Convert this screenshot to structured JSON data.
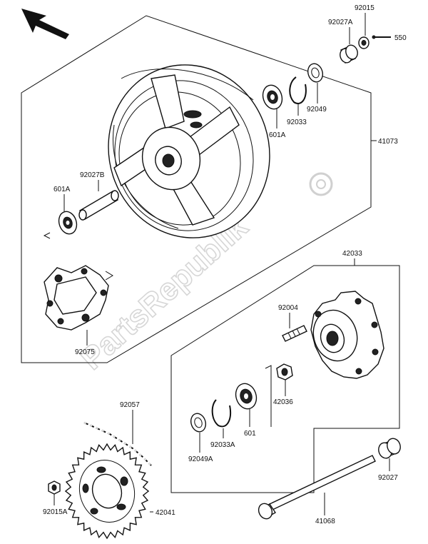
{
  "watermark": "PartsRepublik",
  "labels": {
    "p92015": "92015",
    "p92027A": "92027A",
    "p550": "550",
    "p92049": "92049",
    "p92033": "92033",
    "p601A_top": "601A",
    "p41073": "41073",
    "p92027B": "92027B",
    "p601A_left": "601A",
    "p92075": "92075",
    "p42033": "42033",
    "p92004": "92004",
    "p42036": "42036",
    "p601": "601",
    "p92033A": "92033A",
    "p92049A": "92049A",
    "p92057": "92057",
    "p92015A": "92015A",
    "p42041": "42041",
    "p41068": "41068",
    "p92027": "92027"
  }
}
